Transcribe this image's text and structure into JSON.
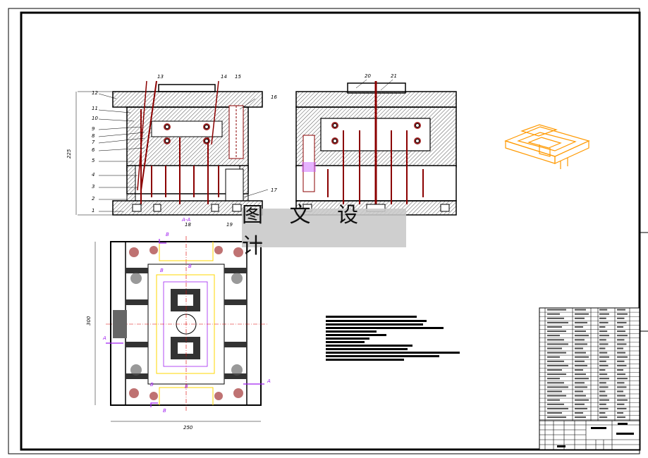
{
  "watermark": {
    "text": "图 文 设 计"
  },
  "front_view": {
    "part_numbers_left": [
      "12",
      "11",
      "10",
      "9",
      "8",
      "7",
      "6",
      "5",
      "4",
      "3",
      "2",
      "1"
    ],
    "part_numbers_top": [
      "13",
      "14",
      "15"
    ],
    "part_numbers_right": [
      "16",
      "17"
    ],
    "part_numbers_bottom": [
      "18",
      "19"
    ],
    "section_label": "A-A",
    "dim_height": "225"
  },
  "side_view": {
    "part_numbers_top": [
      "20",
      "21"
    ]
  },
  "plan_view": {
    "section_marks": [
      "B",
      "B",
      "B",
      "B",
      "B",
      "B",
      "A",
      "A"
    ],
    "dim_width": "250",
    "dim_height": "300"
  },
  "colors": {
    "frame": "#000000",
    "hatch": "#555555",
    "pin": "#8b0000",
    "magenta": "#a020f0",
    "yellow": "#ffd700",
    "iso_part": "#ff9900"
  }
}
